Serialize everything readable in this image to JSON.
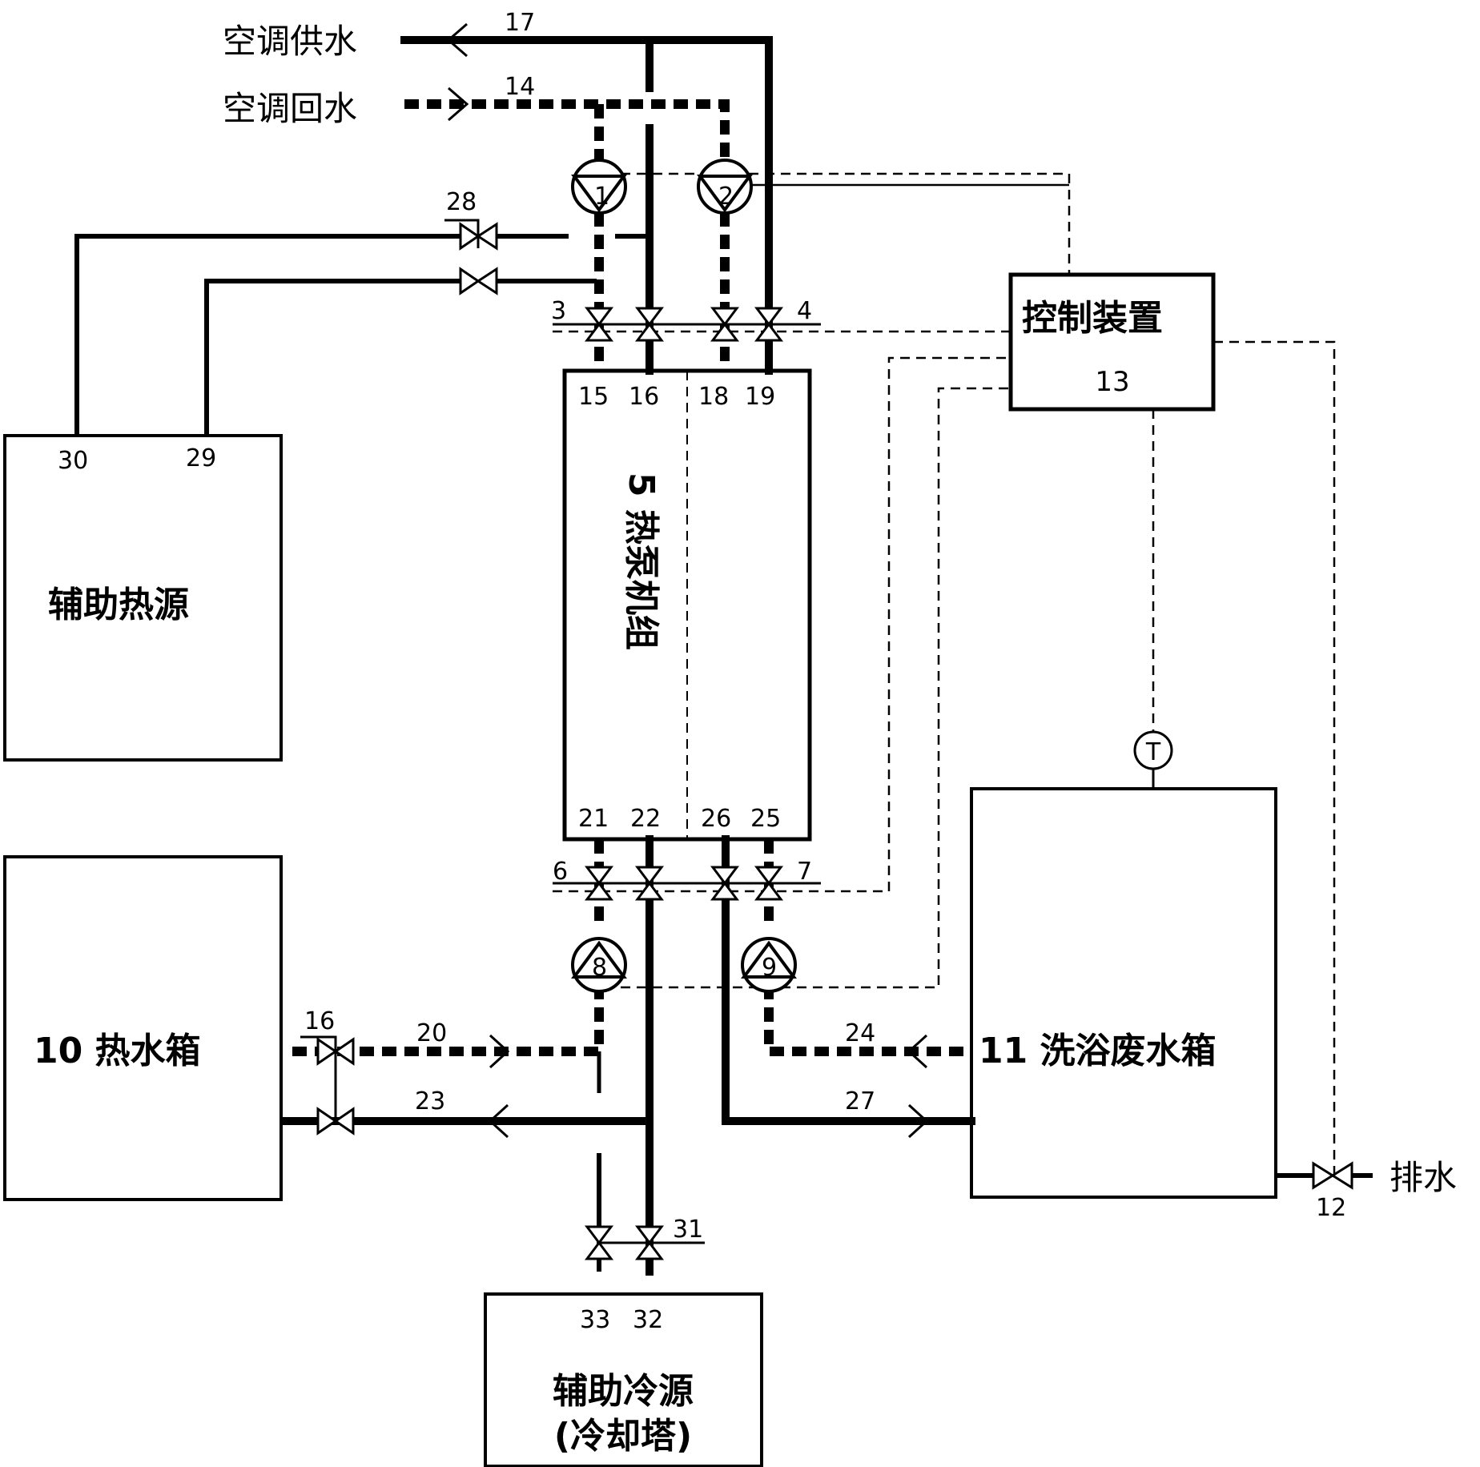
{
  "labels": {
    "ac_supply": "空调供水",
    "ac_return": "空调回水",
    "aux_heat": "辅助热源",
    "hot_tank": "10 热水箱",
    "waste_tank": "11 洗浴废水箱",
    "control": "控制装置",
    "control_num": "13",
    "heat_pump": "5 热泵机组",
    "aux_cool_1": "辅助冷源",
    "aux_cool_2": "(冷却塔)",
    "drain": "排水"
  },
  "numbers": {
    "n1": "1",
    "n2": "2",
    "n3": "3",
    "n4": "4",
    "n6": "6",
    "n7": "7",
    "n8": "8",
    "n9": "9",
    "n12": "12",
    "n14": "14",
    "n15": "15",
    "n16a": "16",
    "n16b": "16",
    "n17": "17",
    "n18": "18",
    "n19": "19",
    "n20": "20",
    "n21": "21",
    "n22": "22",
    "n23": "23",
    "n24": "24",
    "n25": "25",
    "n26": "26",
    "n27": "27",
    "n28": "28",
    "n29": "29",
    "n30": "30",
    "n31": "31",
    "n32": "32",
    "n33": "33",
    "temp": "T"
  }
}
